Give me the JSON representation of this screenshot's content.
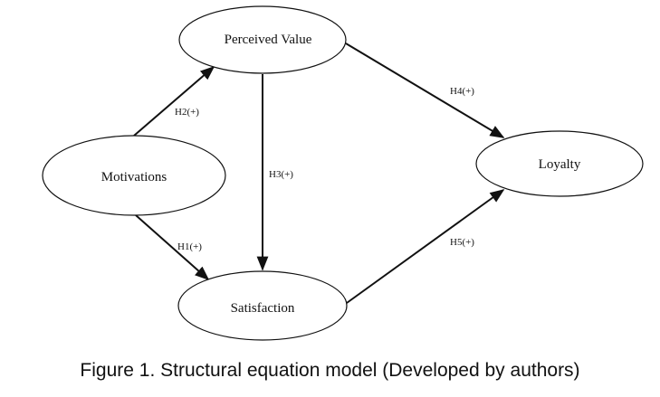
{
  "nodes": {
    "perceived_value": "Perceived Value",
    "motivations": "Motivations",
    "loyalty": "Loyalty",
    "satisfaction": "Satisfaction"
  },
  "edges": {
    "h1": "H1(+)",
    "h2": "H2(+)",
    "h3": "H3(+)",
    "h4": "H4(+)",
    "h5": "H5(+)"
  },
  "caption": "Figure 1. Structural equation model (Developed by authors)",
  "colors": {
    "stroke": "#111111",
    "background": "#ffffff"
  }
}
